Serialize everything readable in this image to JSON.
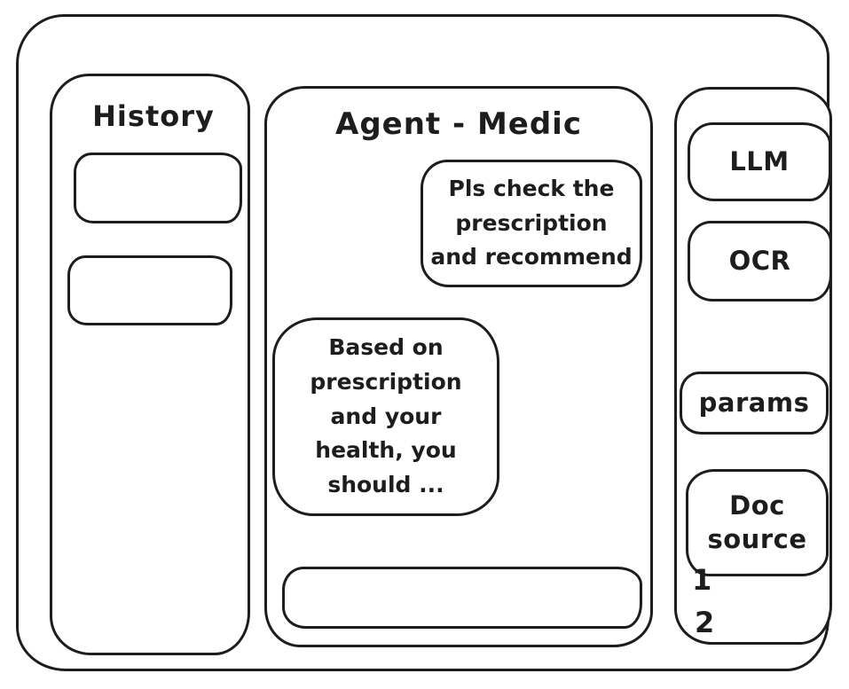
{
  "colors": {
    "stroke": "#1d1d1d",
    "background": "#ffffff"
  },
  "history_panel": {
    "title": "History",
    "items": [
      {
        "label": ""
      },
      {
        "label": ""
      }
    ]
  },
  "chat": {
    "title": "Agent - Medic",
    "messages": [
      {
        "role": "user",
        "text": "Pls check the\nprescription\nand recommend"
      },
      {
        "role": "assistant",
        "text": "Based on\nprescription\nand your\nhealth, you\nshould ..."
      }
    ],
    "input": {
      "value": "",
      "placeholder": ""
    }
  },
  "tools_panel": {
    "buttons": [
      {
        "label": "LLM"
      },
      {
        "label": "OCR"
      },
      {
        "label": "params"
      },
      {
        "label": "Doc source"
      }
    ],
    "doc_source_items": [
      "1",
      "2"
    ]
  }
}
